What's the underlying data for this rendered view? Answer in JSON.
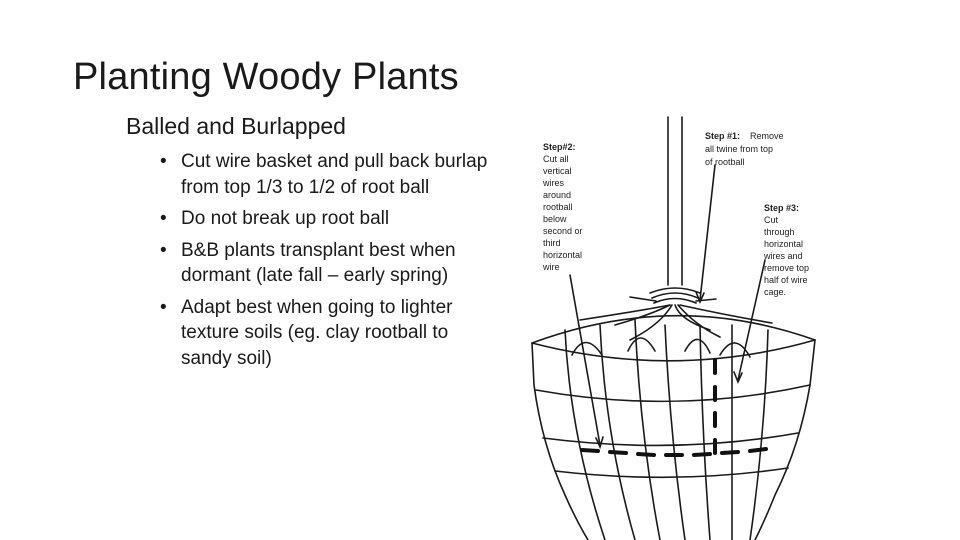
{
  "slide": {
    "title": "Planting Woody Plants",
    "subtitle": "Balled and Burlapped",
    "bullets": [
      "Cut wire basket and pull back burlap from top 1/3 to 1/2 of root ball",
      "Do not break up root ball",
      "B&B plants transplant best when dormant (late fall – early spring)",
      "Adapt best when going to lighter texture soils (eg. clay rootball to sandy soil)"
    ],
    "bullet_symbol": "•"
  },
  "figure": {
    "step1": {
      "heading": "Step #1:",
      "lines": [
        "Remove",
        "all twine from top",
        "of rootball"
      ]
    },
    "step2": {
      "heading": "Step#2:",
      "lines": [
        "Cut all",
        "vertical",
        "wires",
        "around",
        "rootball",
        "below",
        "second or",
        "third",
        "horizontal",
        "wire"
      ]
    },
    "step3": {
      "heading": "Step #3:",
      "lines": [
        "Cut",
        "through",
        "horizontal",
        "wires and",
        "remove top",
        "half of wire",
        "cage."
      ]
    }
  }
}
